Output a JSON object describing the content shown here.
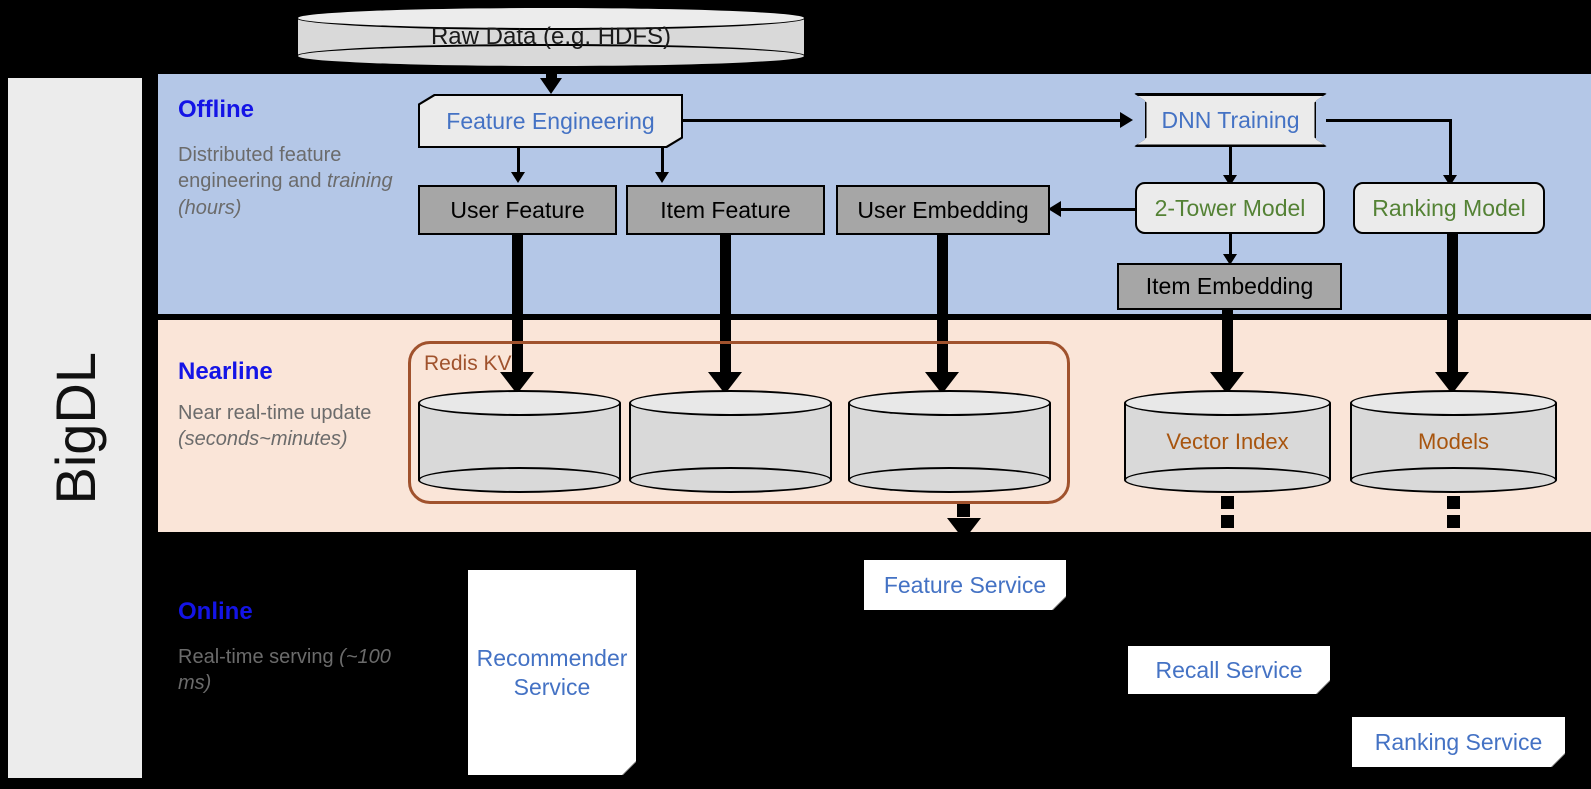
{
  "framework": {
    "name": "BigDL"
  },
  "source": {
    "label": "Raw Data (e.g. HDFS)"
  },
  "bands": {
    "offline": {
      "title": "Offline",
      "subtitle": "Distributed feature engineering and training (hours)"
    },
    "nearline": {
      "title": "Nearline",
      "subtitle": "Near real-time update (seconds~minutes)"
    },
    "online": {
      "title": "Online",
      "subtitle": "Real-time serving (~100 ms)"
    }
  },
  "offline_nodes": {
    "feature_engineering": "Feature Engineering",
    "dnn_training": "DNN Training",
    "user_feature": "User Feature",
    "item_feature": "Item Feature",
    "user_embedding": "User Embedding",
    "two_tower_model": "2-Tower Model",
    "ranking_model": "Ranking Model",
    "item_embedding": "Item Embedding"
  },
  "nearline_nodes": {
    "redis_group": "Redis KV",
    "store_user_feature": "",
    "store_item_feature": "",
    "store_user_embedding": "",
    "vector_index": "Vector Index",
    "models": "Models"
  },
  "online_nodes": {
    "recommender_service": "Recommender Service",
    "feature_service": "Feature Service",
    "recall_service": "Recall Service",
    "ranking_service": "Ranking Service"
  },
  "colors": {
    "offline_band": "#b4c7e7",
    "nearline_band": "#fae5d8",
    "online_band": "#000000",
    "band_title": "#1414e6",
    "band_subtitle": "#6b6b6b",
    "process_text": "#4472c4",
    "model_text": "#548235",
    "store_text": "#a8550f",
    "redis_border": "#a0522d",
    "data_box": "#a6a6a6",
    "rail": "#ececec"
  }
}
